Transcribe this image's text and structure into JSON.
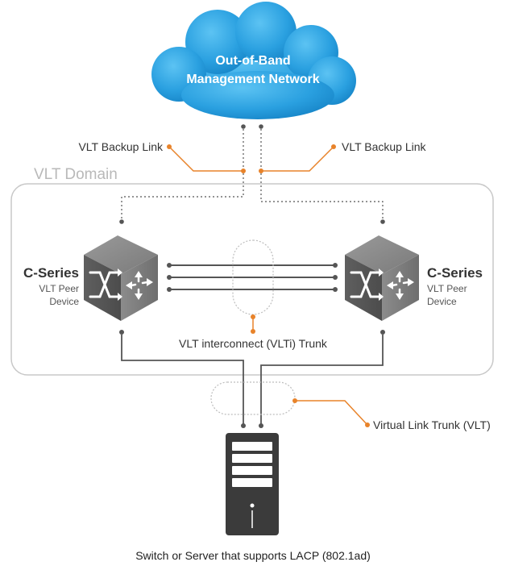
{
  "cloud": {
    "line1": "Out-of-Band",
    "line2": "Management Network"
  },
  "backup_link_left": "VLT Backup Link",
  "backup_link_right": "VLT Backup Link",
  "domain_label": "VLT Domain",
  "left_device": {
    "title": "C-Series",
    "line1": "VLT Peer",
    "line2": "Device"
  },
  "right_device": {
    "title": "C-Series",
    "line1": "VLT Peer",
    "line2": "Device"
  },
  "vlti_label": "VLT interconnect (VLTi) Trunk",
  "vlt_label": "Virtual Link Trunk (VLT)",
  "server_caption": "Switch or Server that supports LACP (802.1ad)",
  "colors": {
    "accent_orange": "#e8832a",
    "cloud_blue": "#2aa0e0",
    "switch_gray": "#6b6b6b",
    "server_dark": "#3b3b3b",
    "line_dark": "#555555",
    "domain_border": "#c8c8c8"
  }
}
